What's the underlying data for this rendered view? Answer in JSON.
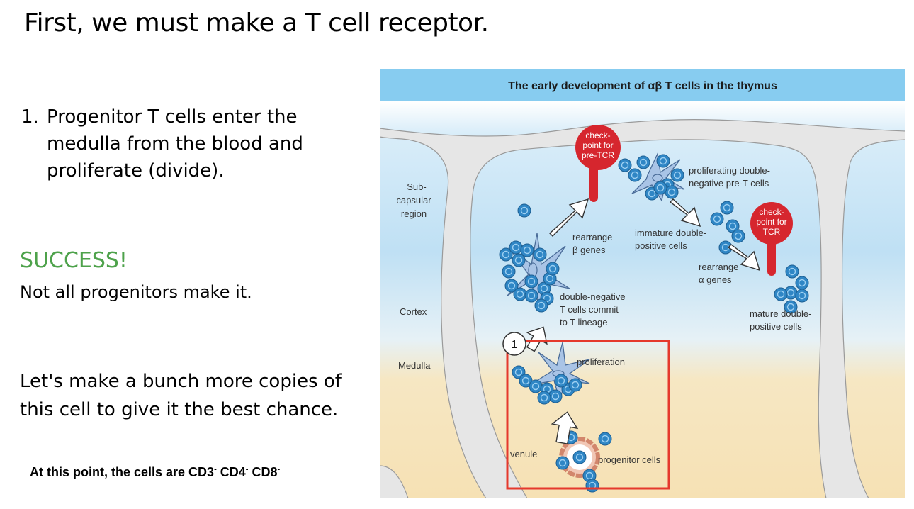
{
  "slide": {
    "title": "First, we must make a T cell receptor.",
    "step_number": "1.",
    "step_text": "Progenitor T cells enter the medulla from the blood and proliferate (divide).",
    "success": "SUCCESS!",
    "not_all": "Not all progenitors make it.",
    "copies": "Let's make a bunch more copies of this cell to give it the best chance.",
    "cd_prefix": "At this point, the cells are ",
    "markers": [
      {
        "name": "CD3",
        "sign": "-"
      },
      {
        "name": "CD4",
        "sign": "-"
      },
      {
        "name": "CD8",
        "sign": "-"
      }
    ]
  },
  "figure": {
    "title": "The early development of αβ T cells in the thymus",
    "colors": {
      "header": "#87ccf0",
      "cortex_top": "#b9dcf2",
      "medulla": "#f7e6bd",
      "tissue": "#e6e6e6",
      "cell": "#2f86c5",
      "checkpoint": "#d6262e",
      "highlight_box": "#e5392d"
    },
    "regions": {
      "subcapsular": [
        "Sub-",
        "capsular",
        "region"
      ],
      "cortex": "Cortex",
      "medulla": "Medulla"
    },
    "labels": {
      "checkpoint_pretcr": [
        "check-",
        "point for",
        "pre-TCR"
      ],
      "checkpoint_tcr": [
        "check-",
        "point for",
        "TCR"
      ],
      "proliferating": [
        "proliferating double-",
        "negative pre-T cells"
      ],
      "rearrange_beta": [
        "rearrange",
        "β genes"
      ],
      "immature": [
        "immature double-",
        "positive cells"
      ],
      "rearrange_alpha": [
        "rearrange",
        "α genes"
      ],
      "double_negative": [
        "double-negative",
        "T cells commit",
        "to T lineage"
      ],
      "mature": [
        "mature double-",
        "positive cells"
      ],
      "proliferation": "proliferation",
      "venule": "venule",
      "progenitor": "progenitor cells",
      "step_marker": "1"
    }
  }
}
